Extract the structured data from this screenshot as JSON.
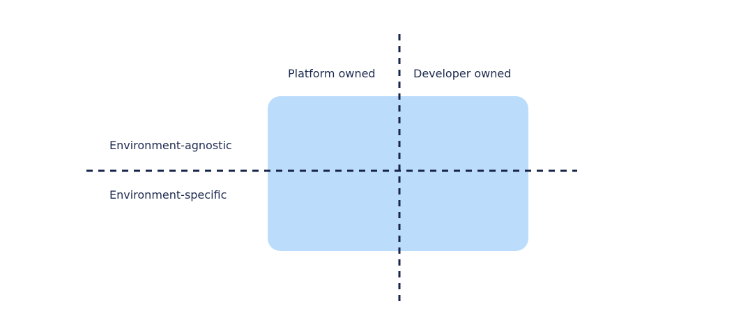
{
  "labels": {
    "platform_owned": "Platform owned",
    "developer_owned": "Developer owned",
    "environment_agnostic": "Environment-agnostic",
    "environment_specific": "Environment-specific"
  },
  "colors": {
    "region_fill": "#bcdcfc",
    "axis_line": "#17254a",
    "text": "#1d2a4f"
  }
}
